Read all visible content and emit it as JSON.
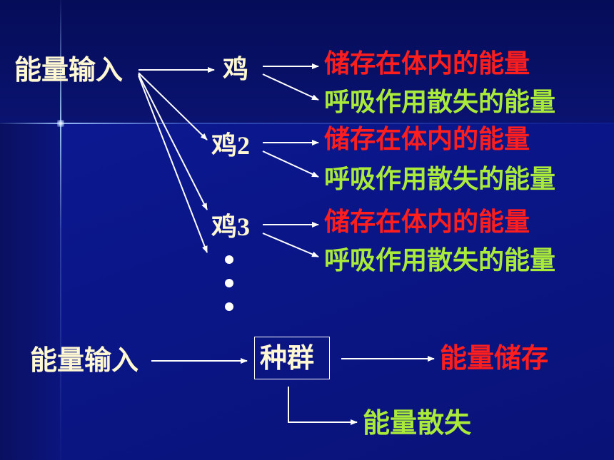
{
  "top": {
    "source_label": "能量输入",
    "chickens": [
      {
        "label": "鸡",
        "stored": "储存在体内的能量",
        "respired": "呼吸作用散失的能量"
      },
      {
        "label": "鸡2",
        "stored": "储存在体内的能量",
        "respired": "呼吸作用散失的能量"
      },
      {
        "label": "鸡3",
        "stored": "储存在体内的能量",
        "respired": "呼吸作用散失的能量"
      }
    ]
  },
  "bottom": {
    "source_label": "能量输入",
    "population_label": "种群",
    "storage_label": "能量储存",
    "loss_label": "能量散失"
  },
  "colors": {
    "text_primary": "#fff8d2",
    "stored": "#ff1e1e",
    "respired": "#a9ea3a",
    "arrow": "#ffffff"
  }
}
